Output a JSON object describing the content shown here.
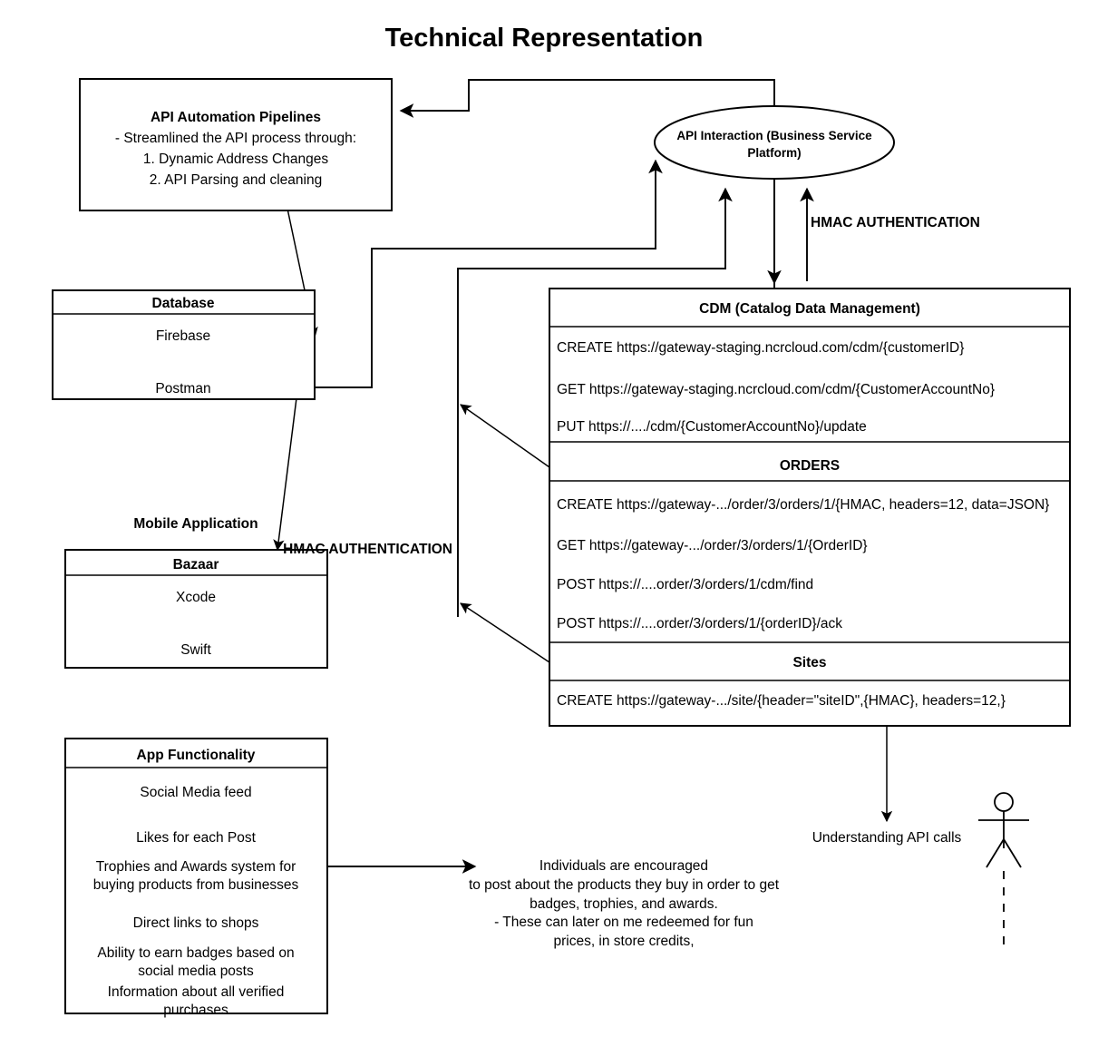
{
  "title": "Technical Representation",
  "nodes": {
    "api_pipelines": {
      "name": "API Automation Pipelines",
      "lines": [
        "- Streamlined the API process through:",
        "1. Dynamic Address Changes",
        "2. API Parsing and cleaning"
      ]
    },
    "api_interaction": {
      "line1": "API Interaction (Business Service",
      "line2": "Platform)"
    },
    "database": {
      "header": "Database",
      "rows": [
        "Firebase",
        "Postman"
      ]
    },
    "mobile_application": {
      "caption": "Mobile Application",
      "header": "Bazaar",
      "rows": [
        "Xcode",
        "Swift"
      ]
    },
    "app_functionality": {
      "header": "App Functionality",
      "rows": [
        [
          "Social Media feed"
        ],
        [
          "Likes for each Post"
        ],
        [
          "Trophies and Awards system for",
          "buying products from businesses"
        ],
        [
          "Direct links to shops"
        ],
        [
          "Ability to earn badges based on",
          "social media posts"
        ],
        [
          "Information about all verified",
          "purchases"
        ]
      ]
    },
    "cdm": {
      "header": "CDM (Catalog Data Management)",
      "endpoints": [
        "CREATE https://gateway-staging.ncrcloud.com/cdm/{customerID}",
        "GET https://gateway-staging.ncrcloud.com/cdm/{CustomerAccountNo}",
        "PUT https://..../cdm/{CustomerAccountNo}/update"
      ]
    },
    "orders": {
      "header": "ORDERS",
      "endpoints": [
        "CREATE https://gateway-.../order/3/orders/1/{HMAC, headers=12, data=JSON}",
        "GET https://gateway-.../order/3/orders/1/{OrderID}",
        "POST https://....order/3/orders/1/cdm/find",
        "POST https://....order/3/orders/1/{orderID}/ack"
      ]
    },
    "sites": {
      "header": "Sites",
      "endpoints": [
        "CREATE https://gateway-.../site/{header=\"siteID\",{HMAC}, headers=12,}"
      ]
    }
  },
  "labels": {
    "hmac_top": "HMAC AUTHENTICATION",
    "hmac_mid": "HMAC AUTHENTICATION",
    "understanding": "Understanding API calls"
  },
  "notes": {
    "encouraged": [
      "Individuals are encouraged",
      "to post about the products they buy in order to get",
      "badges, trophies, and awards.",
      "- These can later on me redeemed for fun",
      "prices, in store credits,"
    ]
  },
  "colors": {
    "stroke": "#000000",
    "fill": "#ffffff",
    "text": "#000000"
  }
}
